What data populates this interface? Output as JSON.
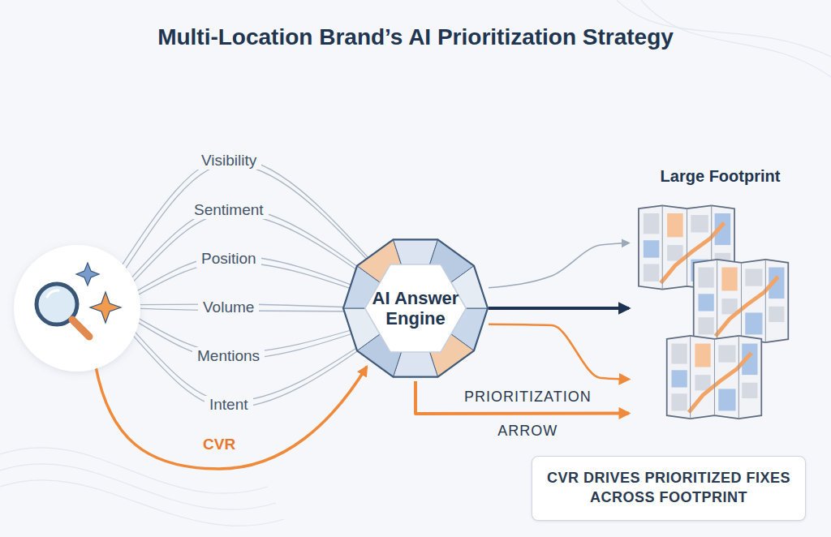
{
  "diagram": {
    "title": "Multi-Location Brand’s AI Prioritization Strategy",
    "nodes": [
      {
        "text": [
          "AI Answer Engine"
        ]
      },
      {
        "text": [
          "Large Footprint"
        ]
      },
      {
        "text": [
          "CVR DRIVES PRIORITIZED FIXES ACROSS FOOTPRINT"
        ]
      }
    ],
    "edges": [
      {
        "from": 0,
        "to": 1,
        "arrow": "to"
      },
      {
        "from": 0,
        "to": 1,
        "arrow": "to"
      },
      {
        "from": 0,
        "to": 1,
        "arrow": "to"
      },
      {
        "from": 0,
        "to": 1,
        "arrow": "to",
        "label": "PRIORITIZATION ARROW"
      }
    ],
    "labels": [
      "Visibility",
      "Sentiment",
      "Position",
      "Volume",
      "Mentions",
      "Intent",
      "CVR"
    ]
  }
}
